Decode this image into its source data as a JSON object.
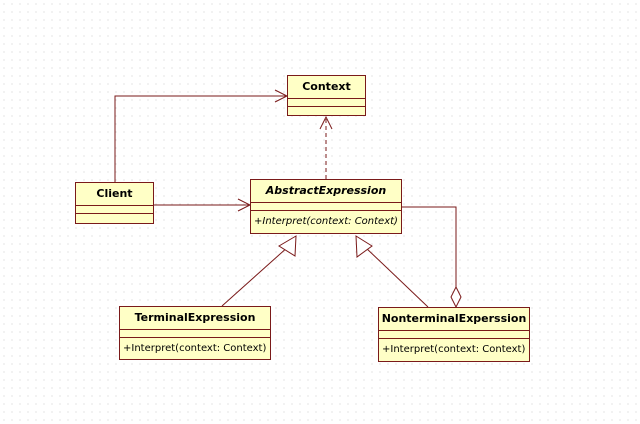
{
  "diagram": {
    "classes": {
      "context": {
        "name": "Context",
        "abstract": false,
        "operations": []
      },
      "client": {
        "name": "Client",
        "abstract": false,
        "operations": []
      },
      "abstract_expression": {
        "name": "AbstractExpression",
        "abstract": true,
        "operation": "+Interpret(context: Context)"
      },
      "terminal_expression": {
        "name": "TerminalExpression",
        "abstract": false,
        "operation": "+Interpret(context: Context)"
      },
      "nonterminal_expression": {
        "name": "NonterminalExperssion",
        "abstract": false,
        "operation": "+Interpret(context: Context)"
      }
    },
    "relationships": [
      {
        "from": "Client",
        "to": "Context",
        "kind": "association"
      },
      {
        "from": "Client",
        "to": "AbstractExpression",
        "kind": "association"
      },
      {
        "from": "AbstractExpression",
        "to": "Context",
        "kind": "dependency"
      },
      {
        "from": "TerminalExpression",
        "to": "AbstractExpression",
        "kind": "generalization"
      },
      {
        "from": "NonterminalExperssion",
        "to": "AbstractExpression",
        "kind": "generalization"
      },
      {
        "from": "NonterminalExperssion",
        "to": "AbstractExpression",
        "kind": "aggregation"
      }
    ],
    "colors": {
      "class_fill": "#ffffc6",
      "class_border": "#7a1a1a",
      "connector": "#7a1a1a",
      "background": "#ffffff",
      "grid_dots": "#c9c9c9"
    }
  }
}
